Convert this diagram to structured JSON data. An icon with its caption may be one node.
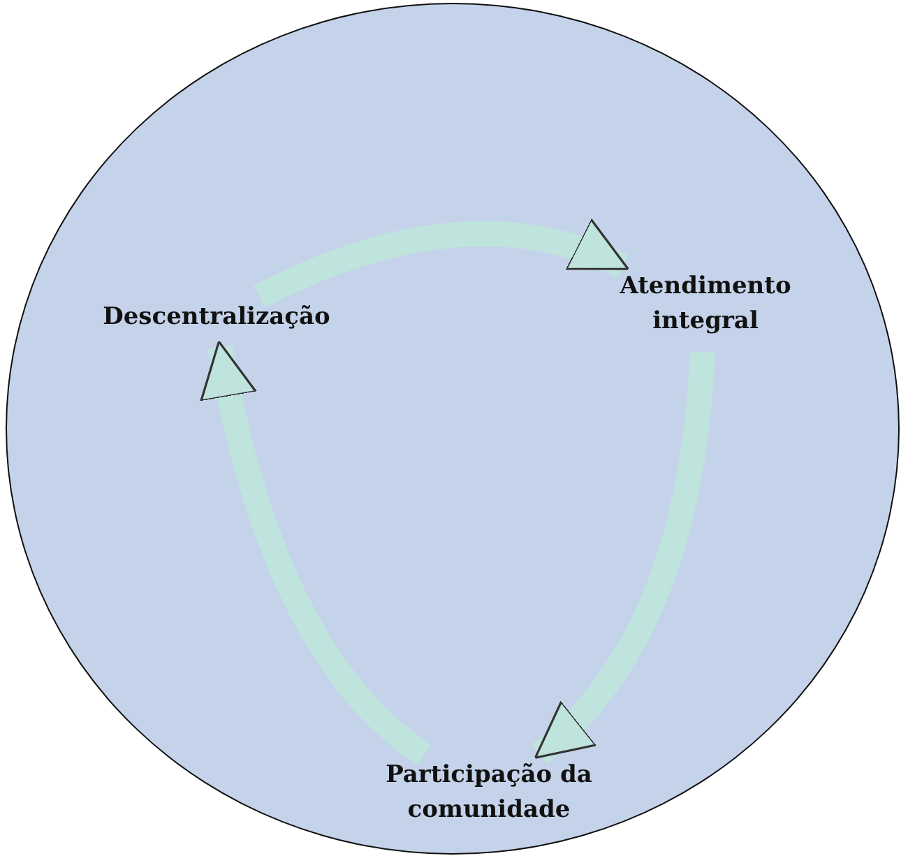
{
  "diagram": {
    "nodes": [
      {
        "text": [],
        "shape": "circle"
      },
      {
        "text": [
          "Descentralização"
        ],
        "in": 0
      },
      {
        "text": [
          "Atendimento integral"
        ],
        "in": 0
      },
      {
        "text": [
          "Participação da comunidade"
        ],
        "in": 0
      }
    ],
    "edges": [
      {
        "from": 1,
        "to": 2,
        "arrow": "to"
      },
      {
        "from": 2,
        "to": 3,
        "arrow": "to"
      },
      {
        "from": 3,
        "to": 1,
        "arrow": "to"
      }
    ]
  }
}
